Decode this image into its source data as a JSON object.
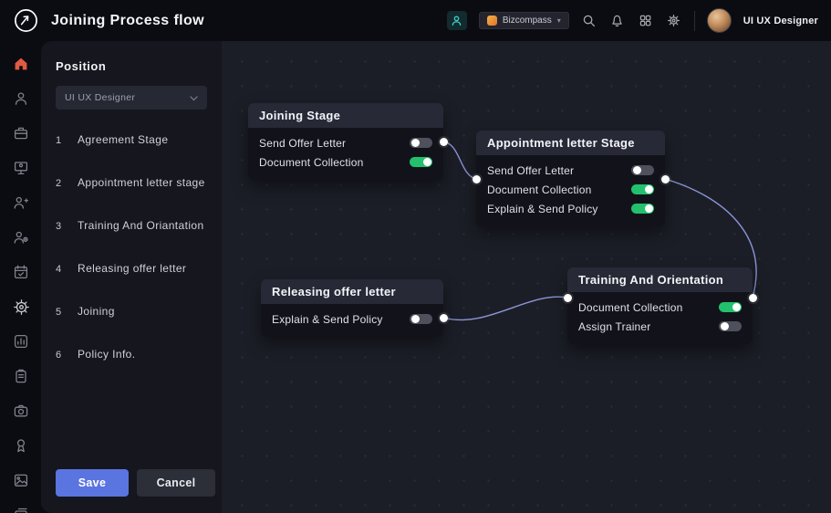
{
  "app": {
    "title": "Joining Process flow"
  },
  "header": {
    "workspace": {
      "label": "Bizcompass"
    },
    "user": {
      "name": "UI UX Designer"
    }
  },
  "panel": {
    "title": "Position",
    "dropdown_value": "UI UX Designer",
    "stages": [
      {
        "num": "1",
        "label": "Agreement Stage"
      },
      {
        "num": "2",
        "label": "Appointment letter stage"
      },
      {
        "num": "3",
        "label": "Training And Oriantation"
      },
      {
        "num": "4",
        "label": "Releasing offer letter"
      },
      {
        "num": "5",
        "label": "Joining"
      },
      {
        "num": "6",
        "label": "Policy Info."
      }
    ],
    "actions": {
      "save": "Save",
      "cancel": "Cancel"
    }
  },
  "flow": {
    "nodes": [
      {
        "title": "Joining Stage",
        "tasks": [
          {
            "label": "Send Offer Letter",
            "enabled": false
          },
          {
            "label": "Document Collection",
            "enabled": true
          }
        ]
      },
      {
        "title": "Appointment letter Stage",
        "tasks": [
          {
            "label": "Send Offer Letter",
            "enabled": false
          },
          {
            "label": "Document Collection",
            "enabled": true
          },
          {
            "label": "Explain & Send Policy",
            "enabled": true
          }
        ]
      },
      {
        "title": "Releasing offer letter",
        "tasks": [
          {
            "label": "Explain & Send Policy",
            "enabled": false
          }
        ]
      },
      {
        "title": "Training And Orientation",
        "tasks": [
          {
            "label": "Document Collection",
            "enabled": true
          },
          {
            "label": "Assign Trainer",
            "enabled": false
          }
        ]
      }
    ],
    "connections": [
      {
        "from": "Joining Stage",
        "to": "Appointment letter Stage"
      },
      {
        "from": "Appointment letter Stage",
        "to": "Training And Orientation"
      },
      {
        "from": "Releasing offer letter",
        "to": "Training And Orientation"
      }
    ]
  },
  "colors": {
    "accent": "#5a74e0",
    "toggle_on": "#23c16d",
    "toggle_off": "#4e515c",
    "connection": "#97a2e8",
    "active_icon": "#e05a41"
  }
}
